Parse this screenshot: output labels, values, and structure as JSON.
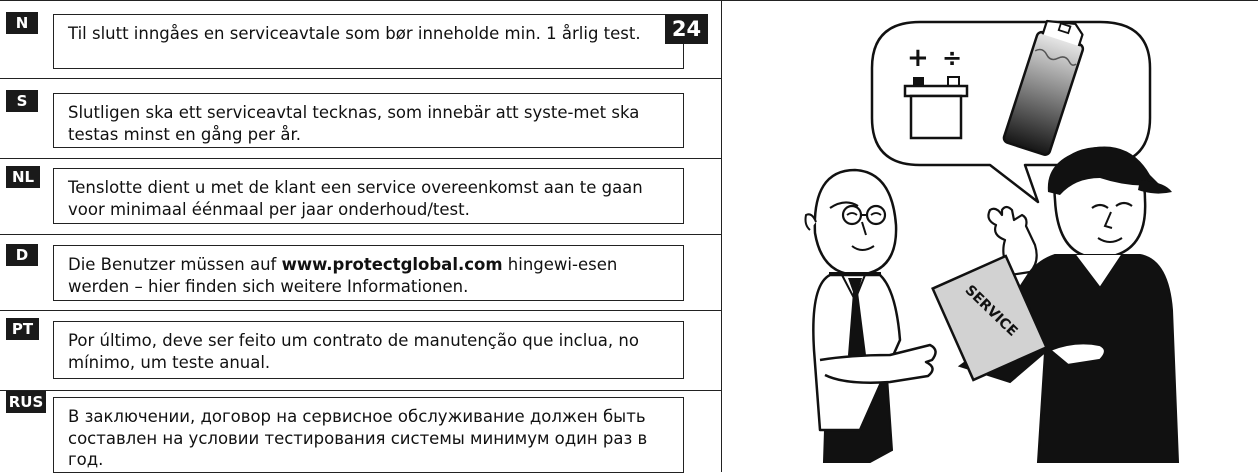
{
  "page_number": "24",
  "sections": [
    {
      "code": "N",
      "text": "Til slutt inngåes en serviceavtale som bør inneholde min. 1 årlig test."
    },
    {
      "code": "S",
      "text": "Slutligen ska ett serviceavtal tecknas, som innebär att syste-met ska testas minst en gång per år."
    },
    {
      "code": "NL",
      "text": "Tenslotte dient u met de klant een service overeenkomst aan te gaan voor minimaal éénmaal per jaar onderhoud/test."
    },
    {
      "code": "D",
      "text_before": "Die Benutzer müssen auf ",
      "text_bold": "www.protectglobal.com",
      "text_after": " hingewi-esen werden – hier finden sich weitere Informationen."
    },
    {
      "code": "PT",
      "text": "Por último, deve ser feito um contrato de manutenção que inclua, no mínimo, um teste anual."
    },
    {
      "code": "RUS",
      "text": "В заключении, договор на сервисное обслуживание должен быть составлен на условии тестирования системы минимум один раз в год."
    }
  ],
  "illustration": {
    "plus_symbol": "+",
    "divide_symbol": "÷",
    "folder_label": "SERVICE"
  }
}
